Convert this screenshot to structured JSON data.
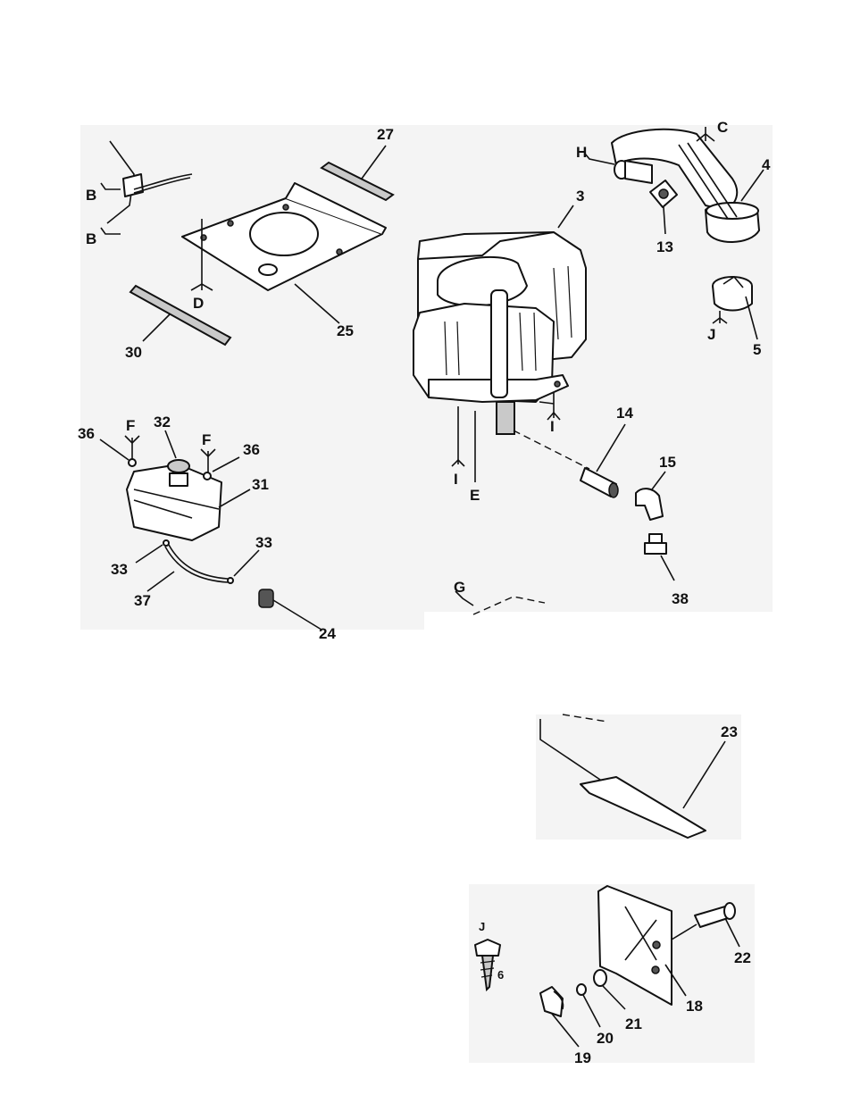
{
  "callouts": {
    "c3": "3",
    "c4": "4",
    "c5": "5",
    "c6": "6",
    "c13": "13",
    "c14": "14",
    "c15": "15",
    "c18": "18",
    "c19": "19",
    "c20": "20",
    "c21": "21",
    "c22": "22",
    "c23": "23",
    "c24": "24",
    "c25": "25",
    "c27": "27",
    "c30": "30",
    "c31": "31",
    "c32": "32",
    "c33a": "33",
    "c33b": "33",
    "c36a": "36",
    "c36b": "36",
    "c37": "37",
    "c38": "38"
  },
  "refs": {
    "B1": "B",
    "B2": "B",
    "C": "C",
    "D": "D",
    "E": "E",
    "F1": "F",
    "F2": "F",
    "G": "G",
    "H": "H",
    "I1": "I",
    "I2": "I",
    "J1": "J",
    "J2": "J"
  }
}
